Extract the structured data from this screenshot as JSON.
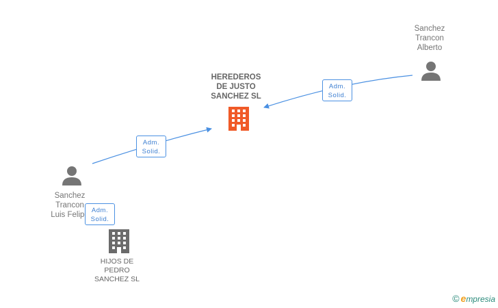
{
  "nodes": {
    "main_company": {
      "lines": [
        "HEREDEROS",
        "DE JUSTO",
        "SANCHEZ SL"
      ],
      "icon": "building-icon",
      "color": "#f05a28"
    },
    "person_alberto": {
      "lines": [
        "Sanchez",
        "Trancon",
        "Alberto"
      ],
      "icon": "person-icon"
    },
    "person_luis": {
      "lines": [
        "Sanchez",
        "Trancon",
        "Luis Felipe"
      ],
      "icon": "person-icon"
    },
    "company_hijos": {
      "lines": [
        "HIJOS DE",
        "PEDRO",
        "SANCHEZ SL"
      ],
      "icon": "building-icon",
      "color": "#6b6b6b"
    }
  },
  "edges": [
    {
      "from": "person_alberto",
      "to": "main_company",
      "label": [
        "Adm.",
        "Solid."
      ]
    },
    {
      "from": "person_luis",
      "to": "main_company",
      "label": [
        "Adm.",
        "Solid."
      ]
    },
    {
      "from": "person_luis",
      "to": "company_hijos",
      "label": [
        "Adm.",
        "Solid."
      ]
    }
  ],
  "colors": {
    "edge": "#4a90e2",
    "person": "#757575"
  },
  "brand": {
    "copyright": "©",
    "e": "e",
    "rest": "mpresia"
  }
}
